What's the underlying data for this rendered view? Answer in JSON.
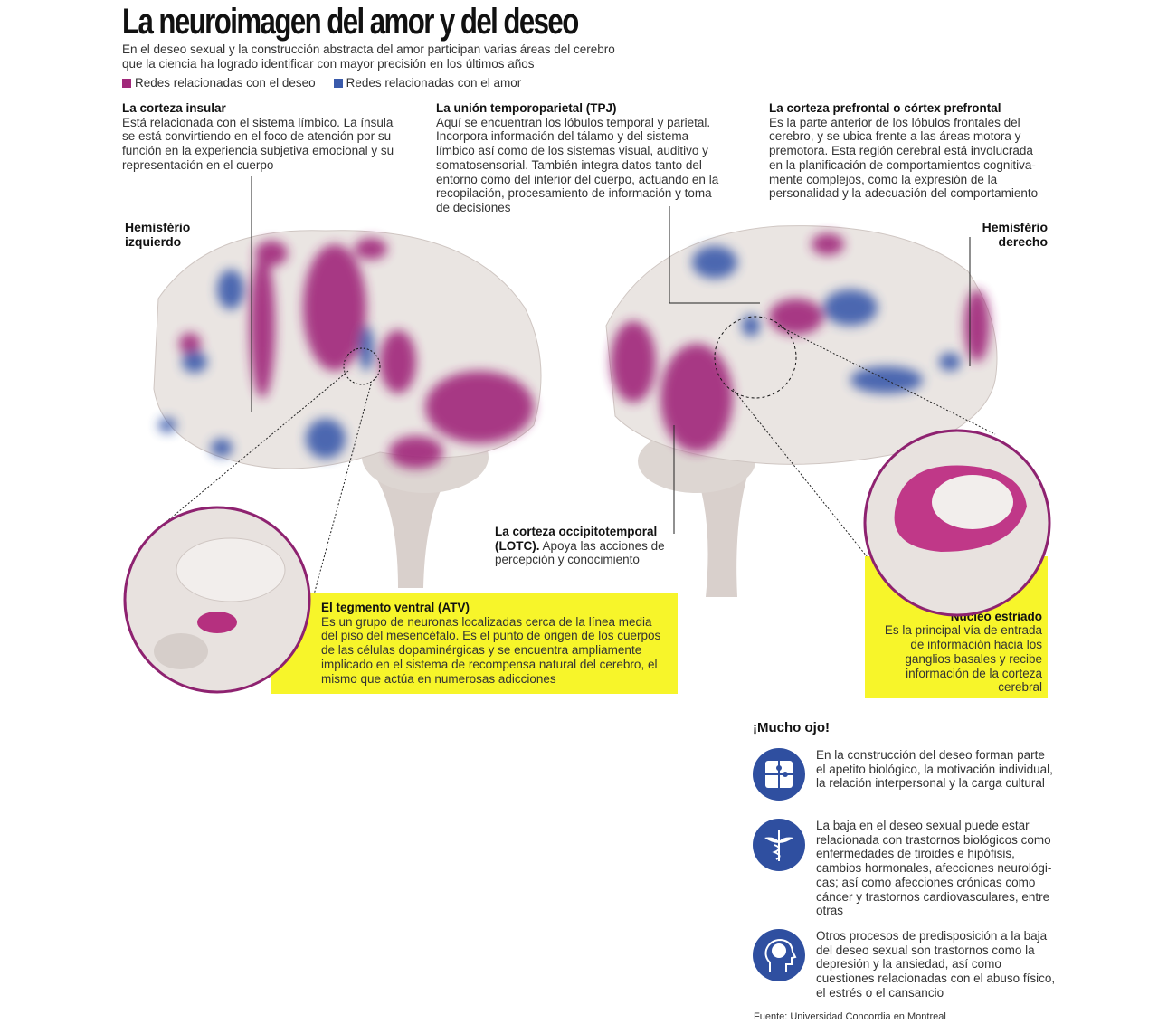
{
  "title": "La neuroimagen del amor y del deseo",
  "subtitle": "En el deseo sexual y la construcción abstracta del amor participan varias áreas del cerebro que la ciencia ha logrado identificar con mayor precisión en los últimos años",
  "legend": [
    {
      "label": "Redes relacionadas con el deseo",
      "color": "#a0287a"
    },
    {
      "label": "Redes relacionadas con el amor",
      "color": "#3a5aab"
    }
  ],
  "blocks": {
    "insular": {
      "title": "La corteza insular",
      "text": "Está relacionada con el sistema límbico. La ínsula se está convirtiendo en el foco de atención por su función en la experiencia subjetiva emocional y su representación en el cuerpo"
    },
    "tpj": {
      "title": "La unión temporoparietal (TPJ)",
      "text": "Aquí se encuentran los lóbulos temporal y parietal. Incorpora información del tálamo y del sistema límbico así como de los sistemas visual, auditivo y somatosensorial. También integra datos tanto del entorno como del interior del cuerpo, actuando en la recopilación, procesamiento de información y toma de decisiones"
    },
    "prefrontal": {
      "title": "La corteza prefrontal o córtex prefrontal",
      "text": "Es la parte anterior de los lóbulos frontales del cerebro, y se ubica frente a las áreas motora y premotora. Esta región cerebral está involucrada en la planificación de comportamientos cognitiva-mente complejos, como la expresión de la personalidad y la adecuación del comportamiento"
    },
    "lotc": {
      "title": "La corteza occipitotemporal (LOTC).",
      "text": "Apoya las acciones de percepción y conocimiento"
    },
    "atv": {
      "title": "El tegmento ventral (ATV)",
      "text": "Es un grupo de neuronas localizadas cerca de la línea media del piso del mesencéfalo. Es el punto de origen de los cuerpos de las células dopaminérgicas y se encuentra ampliamente implicado en el sistema de recompensa natural del cerebro, el mismo que actúa en numerosas adicciones"
    },
    "nucleo": {
      "title": "Núcleo estriado",
      "text": "Es la principal vía de entrada de información hacia los ganglios basales y recibe información de la corteza cerebral"
    }
  },
  "hemispheres": {
    "left": "Hemisfério izquierdo",
    "right": "Hemisfério derecho"
  },
  "ojo": {
    "title": "¡Mucho ojo!",
    "items": [
      {
        "icon": "puzzle-icon",
        "text": "En la construcción del deseo forman parte el apetito biológico, la motivación individual, la relación interpersonal y la carga cultural"
      },
      {
        "icon": "caduceus-icon",
        "text": "La baja en el deseo sexual  puede estar relacionada con trastornos biológicos como enfermedades de tiroides e hipófisis, cambios hormonales, afecciones neurológi-cas; así como afecciones crónicas como cáncer y trastornos cardiovasculares, entre otras"
      },
      {
        "icon": "head-brain-icon",
        "text": "Otros procesos de predisposición a la baja del deseo sexual son trastornos como la depresión y la ansiedad, así como cuestiones relacionadas con el abuso físico, el estrés o el cansancio"
      }
    ]
  },
  "source": "Fuente: Universidad Concordia en Montreal"
}
